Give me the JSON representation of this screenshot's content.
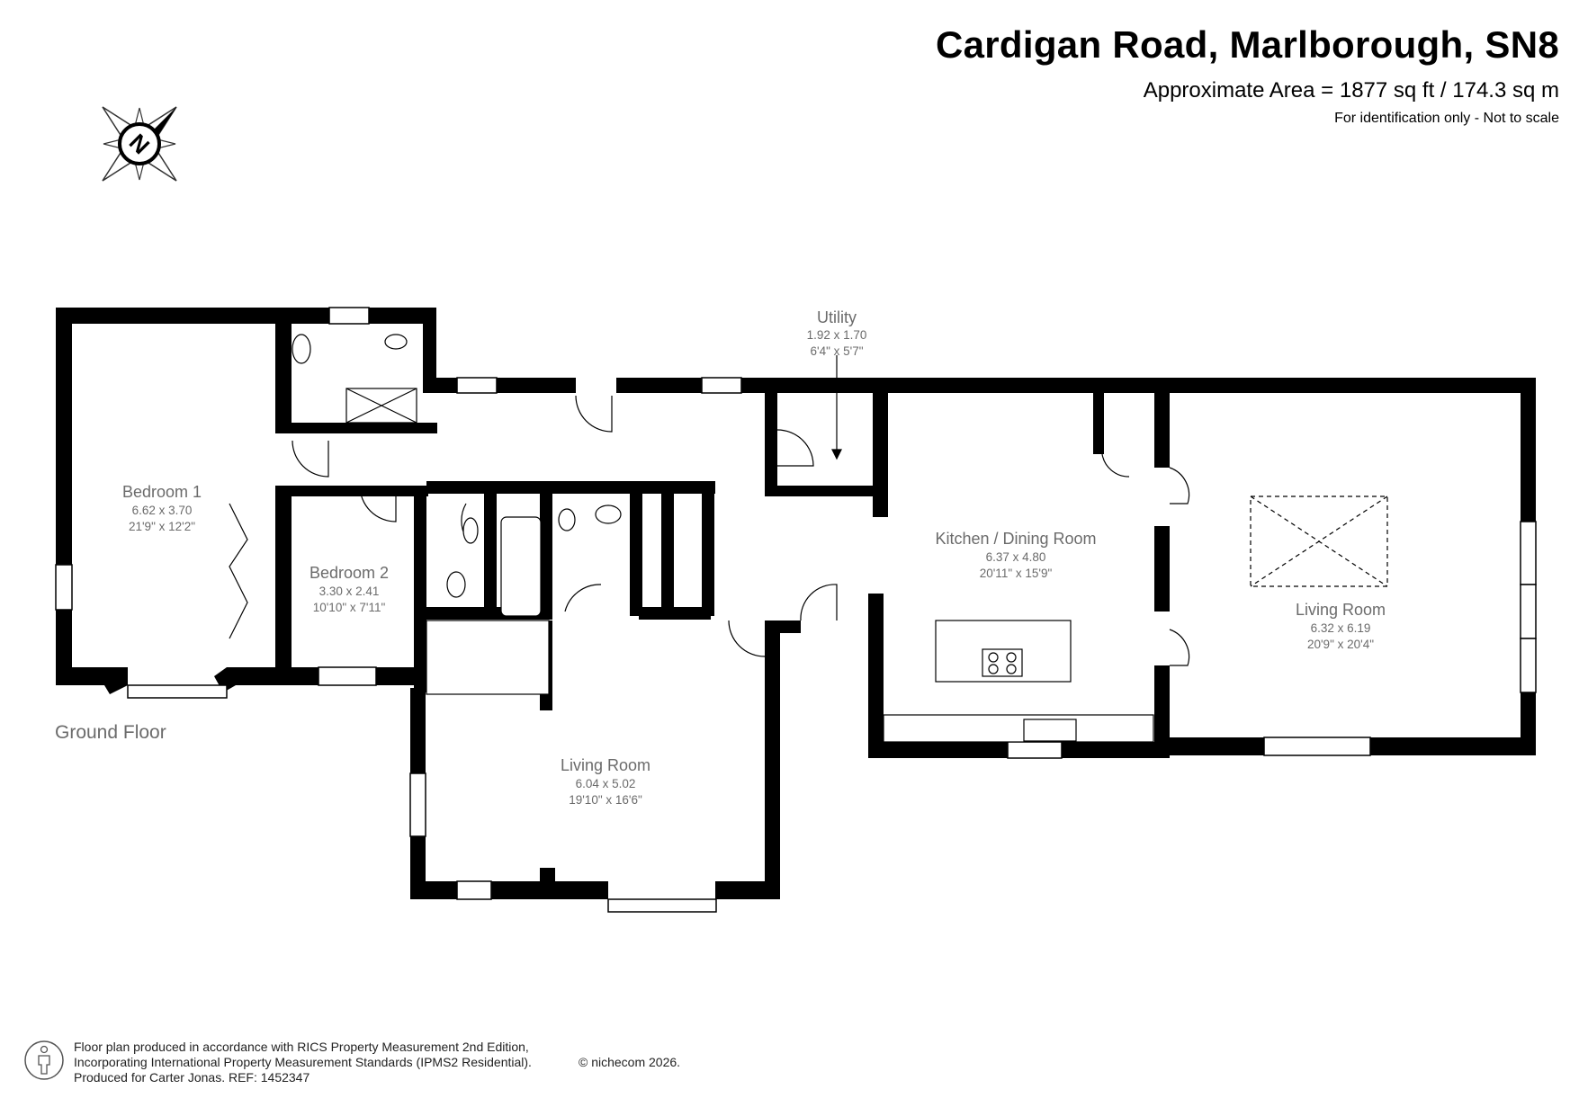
{
  "header": {
    "title": "Cardigan Road, Marlborough, SN8",
    "area": "Approximate Area = 1877 sq ft / 174.3 sq m",
    "note": "For identification only - Not to scale"
  },
  "compass": {
    "letter": "N",
    "icon": "compass-icon"
  },
  "floor_label": "Ground Floor",
  "rooms": [
    {
      "name": "Bedroom 1",
      "metric": "6.62 x 3.70",
      "imperial": "21'9\" x 12'2\""
    },
    {
      "name": "Bedroom 2",
      "metric": "3.30 x 2.41",
      "imperial": "10'10\" x 7'11\""
    },
    {
      "name": "Utility",
      "metric": "1.92 x 1.70",
      "imperial": "6'4\" x 5'7\""
    },
    {
      "name": "Kitchen / Dining Room",
      "metric": "6.37 x 4.80",
      "imperial": "20'11\" x 15'9\""
    },
    {
      "name": "Living Room",
      "metric": "6.32 x 6.19",
      "imperial": "20'9\" x 20'4\""
    },
    {
      "name": "Living Room",
      "metric": "6.04 x 5.02",
      "imperial": "19'10\" x 16'6\""
    }
  ],
  "footer": {
    "line1": "Floor plan produced in accordance with RICS Property Measurement 2nd Edition,",
    "line2": "Incorporating International Property Measurement Standards (IPMS2 Residential).",
    "line3": "Produced for Carter Jonas.   REF: 1452347",
    "credit": "© nichecom 2026."
  }
}
